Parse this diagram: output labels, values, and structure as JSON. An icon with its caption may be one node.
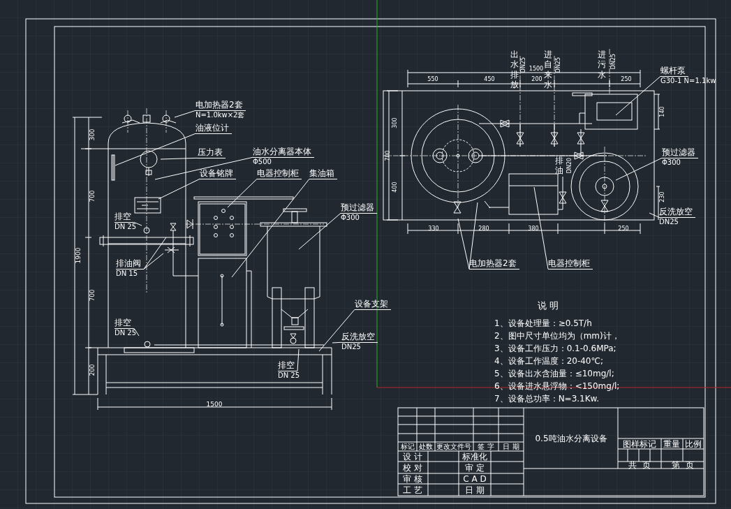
{
  "diagram": {
    "nodes": [
      {
        "text": [
          "电加热器2套",
          "N=1.0kw×2套"
        ]
      },
      {
        "text": [
          "油液位计"
        ]
      },
      {
        "text": [
          "压力表"
        ]
      },
      {
        "text": [
          "油水分离器本体",
          "Φ500"
        ]
      },
      {
        "text": [
          "设备铭牌"
        ]
      },
      {
        "text": [
          "电器控制柜"
        ]
      },
      {
        "text": [
          "集油箱"
        ]
      },
      {
        "text": [
          "预过滤器",
          "Φ300"
        ]
      },
      {
        "text": [
          "排空",
          "DN 25"
        ]
      },
      {
        "text": [
          "排油阀",
          "DN 15"
        ]
      },
      {
        "text": [
          "设备支架"
        ]
      },
      {
        "text": [
          "排空",
          "DN 25"
        ]
      },
      {
        "text": [
          "反洗放空",
          "DN25"
        ]
      },
      {
        "text": [
          "排空",
          "DN 25"
        ]
      },
      {
        "text": [
          "螺杆泵",
          "G30-1 N=1.1kw"
        ]
      },
      {
        "text": [
          "预过滤器",
          "Φ300"
        ]
      },
      {
        "text": [
          "反洗放空",
          "DN25"
        ]
      },
      {
        "text": [
          "电加热器2套"
        ]
      },
      {
        "text": [
          "电器控制柜"
        ]
      }
    ],
    "edges": [
      {
        "from": 0,
        "to": null,
        "arrow": "none"
      },
      {
        "from": 1,
        "to": null,
        "arrow": "none"
      },
      {
        "from": 2,
        "to": null,
        "arrow": "none"
      },
      {
        "from": 3,
        "to": null,
        "arrow": "none"
      },
      {
        "from": 4,
        "to": null,
        "arrow": "none"
      },
      {
        "from": 5,
        "to": null,
        "arrow": "none"
      },
      {
        "from": 6,
        "to": null,
        "arrow": "none"
      },
      {
        "from": 7,
        "to": null,
        "arrow": "none"
      },
      {
        "from": 8,
        "to": null,
        "arrow": "none"
      },
      {
        "from": 9,
        "to": null,
        "arrow": "none"
      },
      {
        "from": 9,
        "to": null,
        "arrow": "none"
      },
      {
        "from": 10,
        "to": null,
        "arrow": "none"
      },
      {
        "from": 11,
        "to": null,
        "arrow": "none"
      },
      {
        "from": 12,
        "to": null,
        "arrow": "none"
      },
      {
        "from": 13,
        "to": null,
        "arrow": "none"
      },
      {
        "from": 14,
        "to": null,
        "arrow": "none"
      },
      {
        "from": 15,
        "to": null,
        "arrow": "none"
      },
      {
        "from": 16,
        "to": null,
        "arrow": "none"
      },
      {
        "from": 17,
        "to": null,
        "arrow": "none"
      },
      {
        "from": 17,
        "to": null,
        "arrow": "none"
      },
      {
        "from": 18,
        "to": null,
        "arrow": "none"
      }
    ],
    "labels": [
      "300",
      "700",
      "1900",
      "700",
      "200",
      "1500",
      "出水排放",
      "DN25",
      "进自来水",
      "DN25",
      "进污水",
      "DN25",
      "1500",
      "550",
      "450",
      "200",
      "250",
      "140",
      "300",
      "700",
      "400",
      "排油",
      "DN20",
      "230",
      "330",
      "280",
      "380",
      "250",
      "说 明",
      "1、设备处理量：≥0.5T/h",
      "2、图中尺寸单位均为（mm)计，",
      "3、设备工作压力：0.1-0.6MPa;",
      "4、设备工作温度：20-40℃;",
      "5、设备出水含油量：≤10mg/l;",
      "6、设备进水悬浮物：<150mg/l;",
      "7、设备总功率：N=3.1Kw.",
      "0.5吨油水分离设备",
      "标记",
      "处数",
      "更改文件号",
      "签 字",
      "日 期",
      "图样标记",
      "重量",
      "比例",
      "设 计",
      "标准化",
      "校 对",
      "审 定",
      "共  页",
      "第  页",
      "审 核",
      "C A D",
      "工 艺",
      "日 期"
    ]
  }
}
